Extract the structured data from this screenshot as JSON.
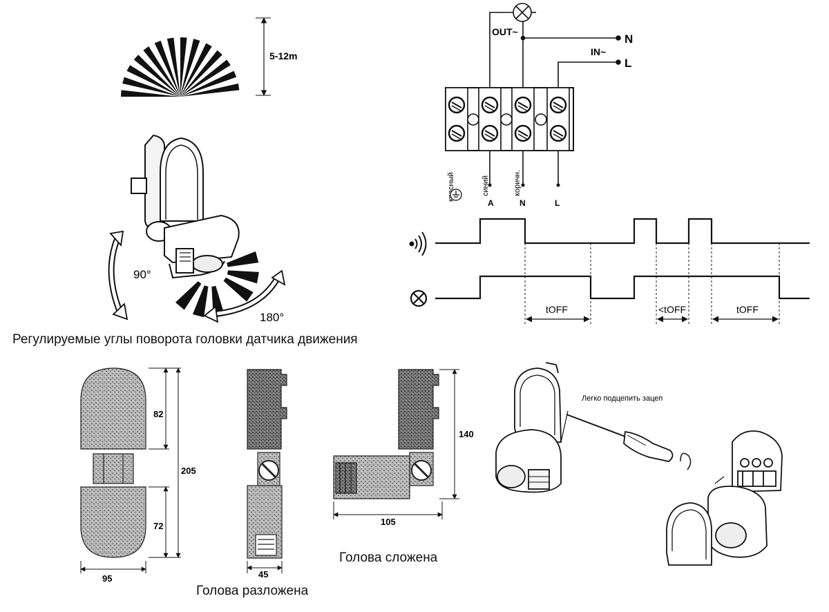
{
  "detection": {
    "range": "5-12m"
  },
  "rotation": {
    "angle_vertical": "90°",
    "angle_horizontal": "180°",
    "caption": "Регулируемые углы поворота головки датчика движения"
  },
  "wiring": {
    "out_label": "OUT~",
    "in_label": "IN~",
    "n_label": "N",
    "l_label": "L",
    "wires": [
      {
        "name": "красный",
        "terminal": ""
      },
      {
        "name": "синий",
        "terminal": "A"
      },
      {
        "name": "коричн.",
        "terminal": "N"
      },
      {
        "name": "",
        "terminal": "L"
      }
    ]
  },
  "timing": {
    "toff_1": "tOFF",
    "toff_2": "<tOFF",
    "toff_3": "tOFF"
  },
  "dimensions": {
    "front": {
      "total": "205",
      "top": "82",
      "bottom": "72",
      "width": "95"
    },
    "side": {
      "width": "45",
      "caption": "Голова разложена"
    },
    "folded": {
      "height": "140",
      "width": "105",
      "caption": "Голова сложена"
    }
  },
  "opening": {
    "hint": "Легко подцепить зацеп"
  }
}
